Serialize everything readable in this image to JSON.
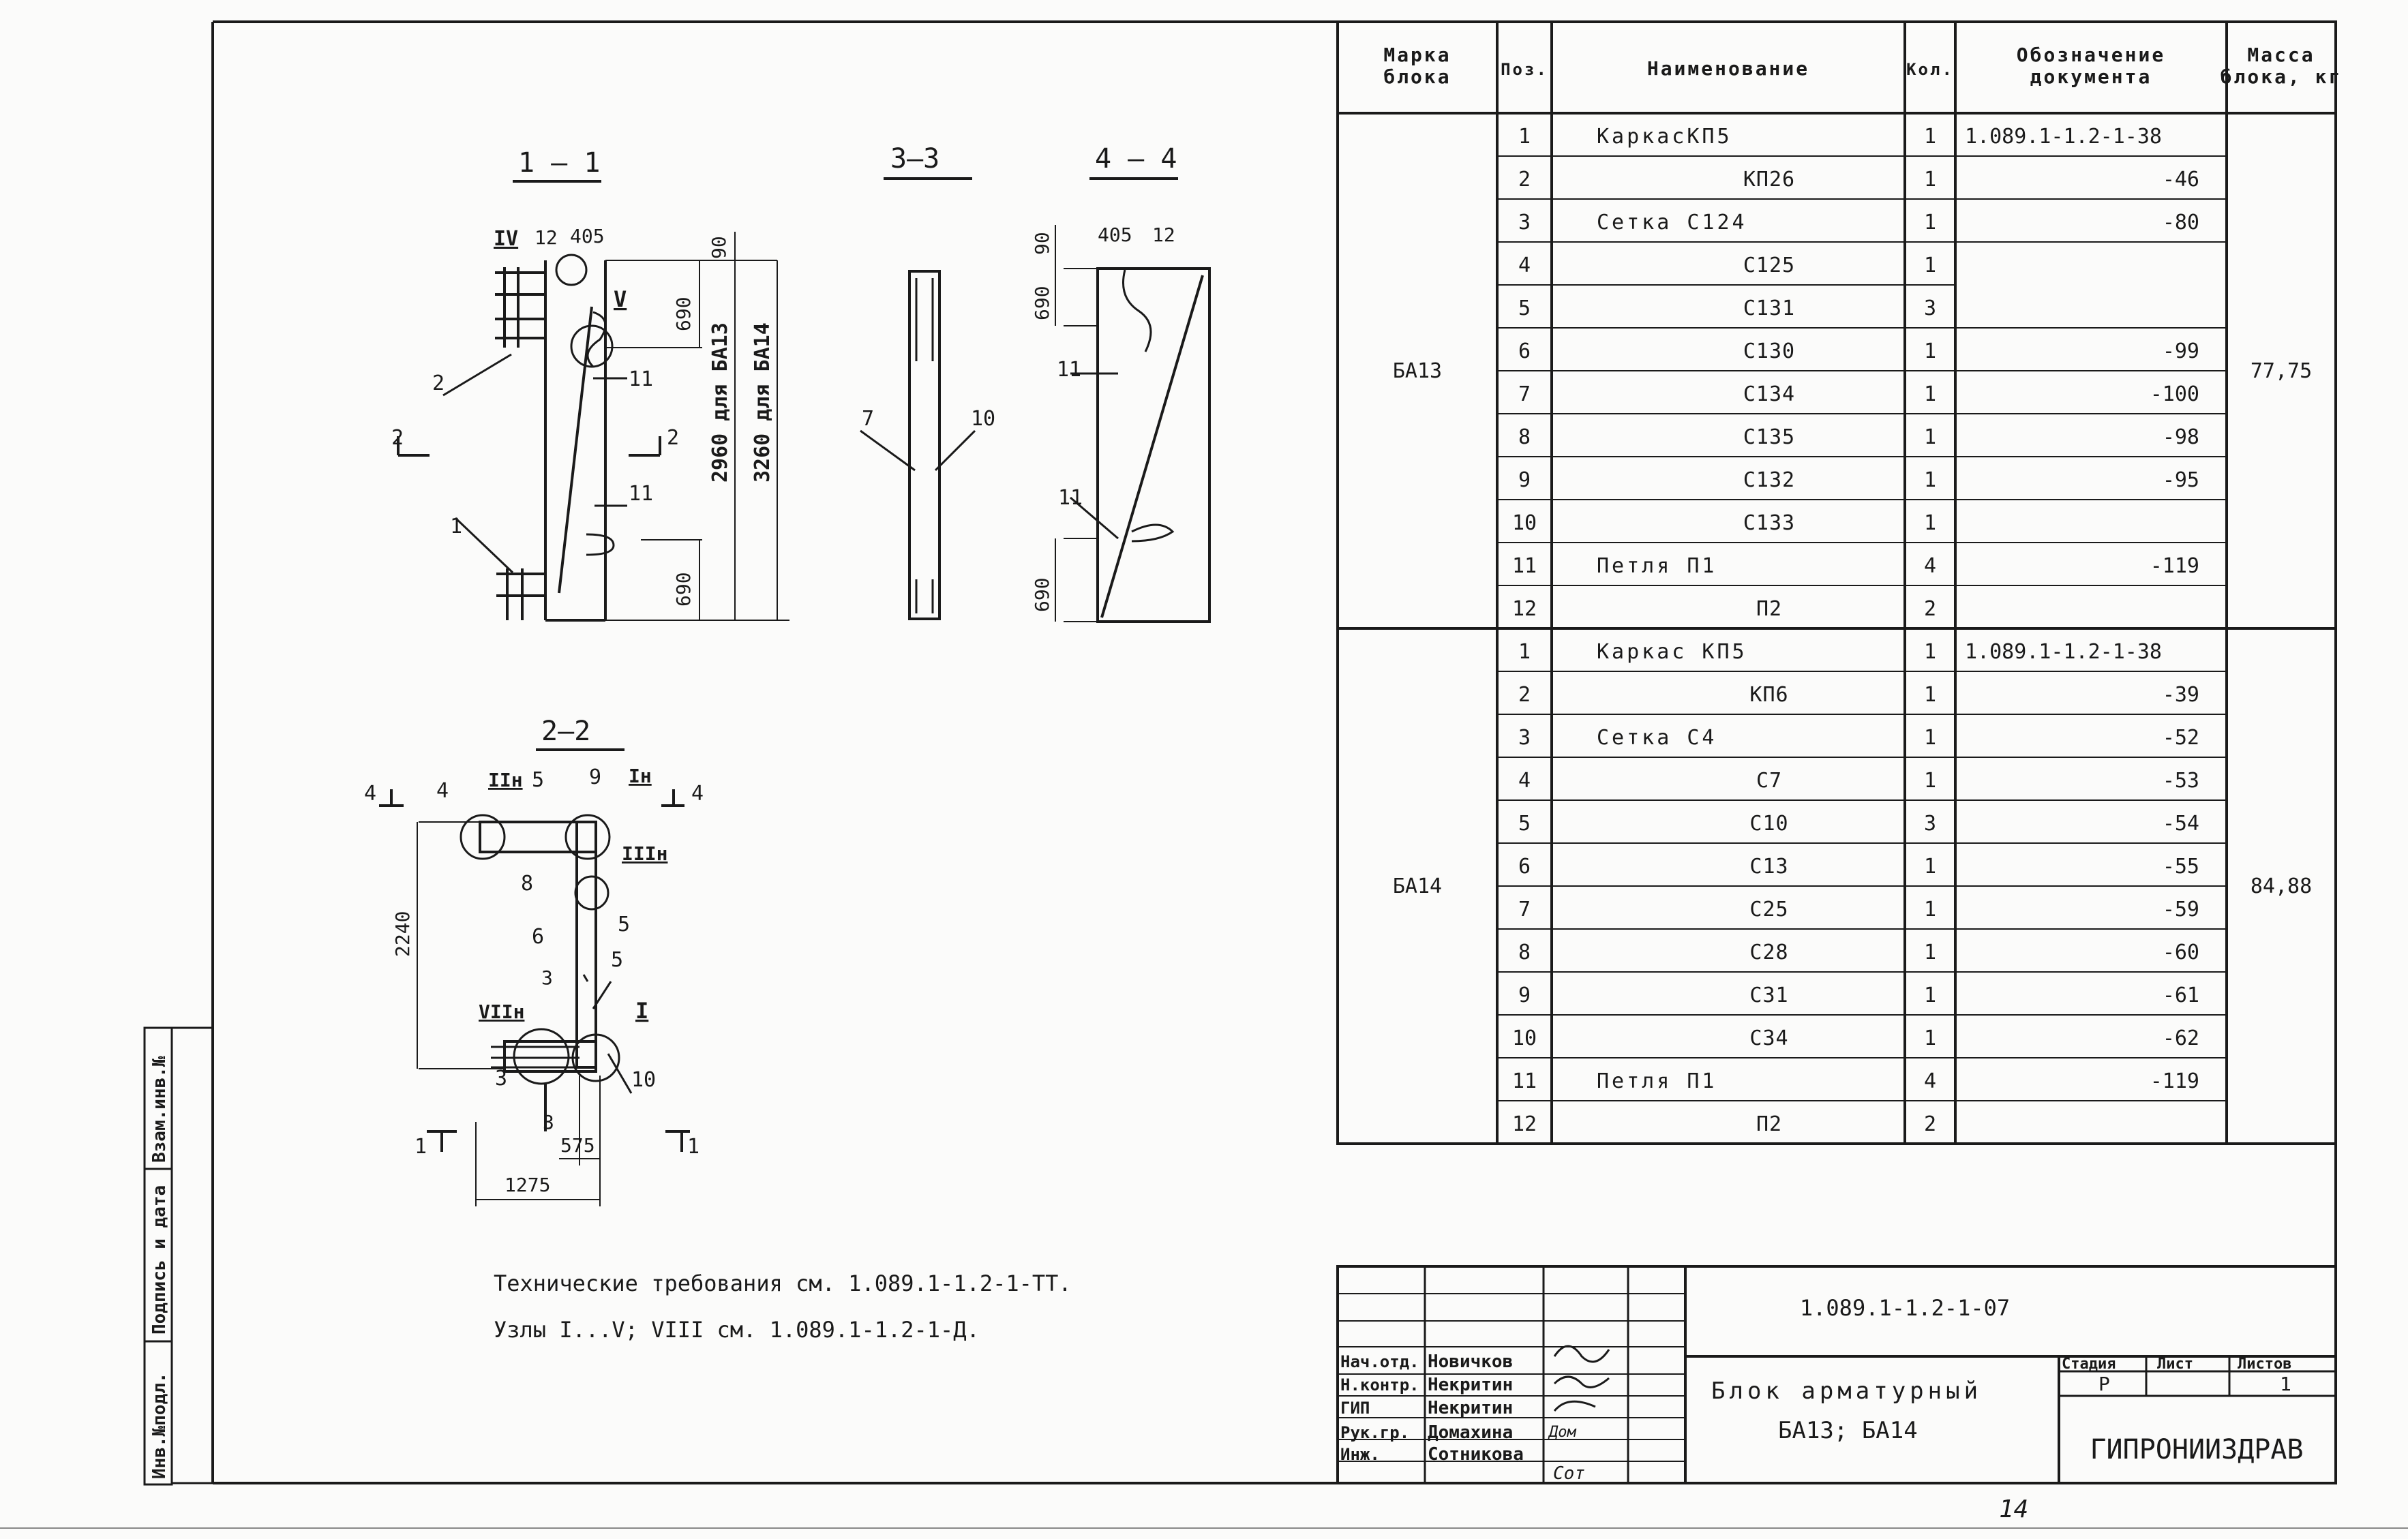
{
  "sections": {
    "s11": "1 — 1",
    "s33": "3—3",
    "s44": "4 — 4",
    "s22": "2—2"
  },
  "labels_11": {
    "iv": "IV",
    "d12": "12",
    "d405": "405",
    "d90": "90",
    "v": "V",
    "d690a": "690",
    "d2960": "2960 для БА13",
    "d3260": "3260 для БА14",
    "p2": "2",
    "p11a": "11",
    "cut2l": "2",
    "cut2r": "2",
    "p11b": "11",
    "p1": "1",
    "d690b": "690"
  },
  "labels_33": {
    "p7": "7",
    "p10": "10"
  },
  "labels_44": {
    "d90": "90",
    "d405": "405",
    "d12": "12",
    "d690a": "690",
    "p11a": "11",
    "p11b": "11",
    "d690b": "690"
  },
  "labels_22": {
    "cut4l": "4",
    "p4": "4",
    "n2": "IIн",
    "p5a": "5",
    "p9": "9",
    "n1": "Iн",
    "cut4r": "4",
    "n3": "IIIн",
    "p8": "8",
    "p5b": "5",
    "d2240": "2240",
    "p6": "6",
    "p5c": "5",
    "p3a": "3",
    "n7": "VIIн",
    "r1": "I",
    "p3b": "3",
    "p10": "10",
    "p3c": "3",
    "d575": "575",
    "cut1l": "1",
    "cut1r": "1",
    "d1275": "1275"
  },
  "notes": {
    "line1": "Технические требования см. 1.089.1-1.2-1-ТТ.",
    "line2": "Узлы I...V; VIII см. 1.089.1-1.2-1-Д."
  },
  "spec": {
    "headers": [
      "Марка блока",
      "Поз.",
      "Наименование",
      "Кол.",
      "Обозначение документа",
      "Масса блока, кг"
    ],
    "groups": [
      {
        "mark": "БА13",
        "mass": "77,75",
        "rows": [
          {
            "pos": "1",
            "name": "КаркасКП5",
            "qty": "1",
            "doc": "1.089.1-1.2-1-38"
          },
          {
            "pos": "2",
            "name": "КП26",
            "qty": "1",
            "doc": "-46"
          },
          {
            "pos": "3",
            "name": "Сетка С124",
            "qty": "1",
            "doc": "-80"
          },
          {
            "pos": "4",
            "name": "С125",
            "qty": "1",
            "doc": ""
          },
          {
            "pos": "5",
            "name": "С131",
            "qty": "3",
            "doc": ""
          },
          {
            "pos": "6",
            "name": "С130",
            "qty": "1",
            "doc": "-99"
          },
          {
            "pos": "7",
            "name": "С134",
            "qty": "1",
            "doc": "-100"
          },
          {
            "pos": "8",
            "name": "С135",
            "qty": "1",
            "doc": "-98"
          },
          {
            "pos": "9",
            "name": "С132",
            "qty": "1",
            "doc": "-95"
          },
          {
            "pos": "10",
            "name": "С133",
            "qty": "1",
            "doc": ""
          },
          {
            "pos": "11",
            "name": "Петля П1",
            "qty": "4",
            "doc": "-119"
          },
          {
            "pos": "12",
            "name": "П2",
            "qty": "2",
            "doc": ""
          }
        ]
      },
      {
        "mark": "БА14",
        "mass": "84,88",
        "rows": [
          {
            "pos": "1",
            "name": "Каркас КП5",
            "qty": "1",
            "doc": "1.089.1-1.2-1-38"
          },
          {
            "pos": "2",
            "name": "КП6",
            "qty": "1",
            "doc": "-39"
          },
          {
            "pos": "3",
            "name": "Сетка С4",
            "qty": "1",
            "doc": "-52"
          },
          {
            "pos": "4",
            "name": "С7",
            "qty": "1",
            "doc": "-53"
          },
          {
            "pos": "5",
            "name": "С10",
            "qty": "3",
            "doc": "-54"
          },
          {
            "pos": "6",
            "name": "С13",
            "qty": "1",
            "doc": "-55"
          },
          {
            "pos": "7",
            "name": "С25",
            "qty": "1",
            "doc": "-59"
          },
          {
            "pos": "8",
            "name": "С28",
            "qty": "1",
            "doc": "-60"
          },
          {
            "pos": "9",
            "name": "С31",
            "qty": "1",
            "doc": "-61"
          },
          {
            "pos": "10",
            "name": "С34",
            "qty": "1",
            "doc": "-62"
          },
          {
            "pos": "11",
            "name": "Петля П1",
            "qty": "4",
            "doc": "-119"
          },
          {
            "pos": "12",
            "name": "П2",
            "qty": "2",
            "doc": ""
          }
        ]
      }
    ]
  },
  "title_block": {
    "doc_code": "1.089.1-1.2-1-07",
    "title1": "Блок арматурный",
    "title2": "БА13; БА14",
    "stage_header": "Стадия",
    "sheet_header": "Лист",
    "sheets_header": "Листов",
    "stage": "Р",
    "sheet": "",
    "sheets": "1",
    "org": "ГИПРОНИИЗДРАВ",
    "signers": [
      {
        "role": "Нач.отд.",
        "name": "Новичков"
      },
      {
        "role": "Н.контр.",
        "name": "Некритин"
      },
      {
        "role": "ГИП",
        "name": "Некритин"
      },
      {
        "role": "Рук.гр.",
        "name": "Домахина"
      },
      {
        "role": "Инж.",
        "name": "Сотникова"
      }
    ],
    "sign_texts": [
      "Дом",
      "Сот"
    ]
  },
  "side_stamp": [
    "Инв.№подл.",
    "Подпись и дата",
    "Взам.инв.№"
  ],
  "footer_mark": "14"
}
